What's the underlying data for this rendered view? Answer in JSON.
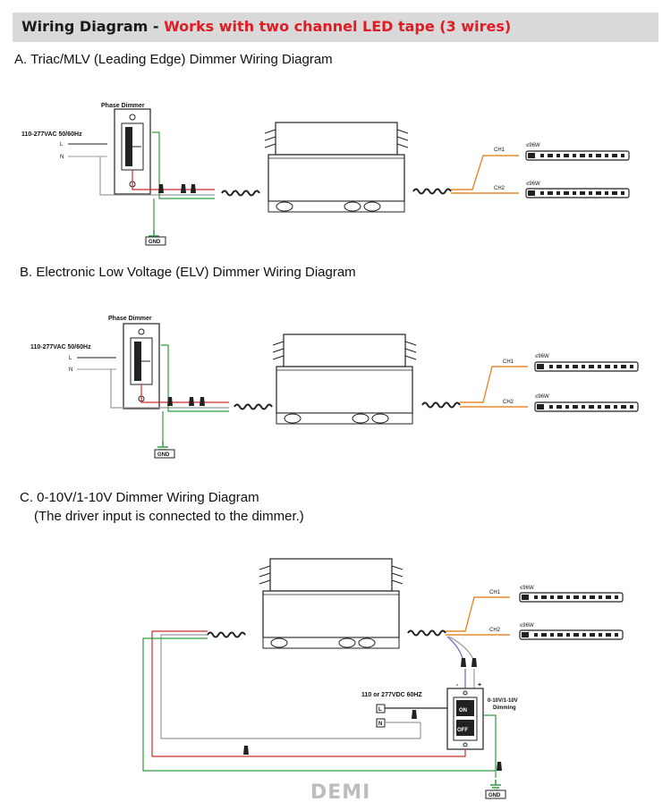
{
  "header": {
    "title": "Wiring Diagram - ",
    "subtitle": "Works with two channel LED tape (3 wires)"
  },
  "sections": {
    "a": {
      "heading": "A. Triac/MLV (Leading Edge) Dimmer Wiring Diagram",
      "dimmer_label": "Phase Dimmer",
      "input_label": "110-277VAC 50/60Hz",
      "line_label": "L",
      "neutral_label": "N",
      "ground_label": "GND",
      "ch1_label": "CH1",
      "ch2_label": "CH2",
      "power1": "≤96W",
      "power2": "≤96W"
    },
    "b": {
      "heading": "B. Electronic Low Voltage (ELV) Dimmer Wiring Diagram",
      "dimmer_label": "Phase Dimmer",
      "input_label": "110-277VAC 50/60Hz",
      "line_label": "L",
      "neutral_label": "N",
      "ground_label": "GND",
      "ch1_label": "CH1",
      "ch2_label": "CH2",
      "power1": "≤96W",
      "power2": "≤96W"
    },
    "c": {
      "heading_line1": "C. 0-10V/1-10V Dimmer Wiring Diagram",
      "heading_line2": "(The driver input is connected to the dimmer.)",
      "input_label": "110 or 277VDC 60HZ",
      "line_label": "L",
      "neutral_label": "N",
      "dimming_label_1": "0-10V/1-10V",
      "dimming_label_2": "Dimming",
      "on_label": "ON",
      "off_label": "OFF",
      "minus_label": "-",
      "plus_label": "+",
      "ground_label": "GND",
      "ch1_label": "CH1",
      "ch2_label": "CH2",
      "power1": "≤96W",
      "power2": "≤96W"
    }
  },
  "watermark": "DEMI",
  "colors": {
    "banner_bg": "#d9d9d9",
    "subtitle": "#e01b24",
    "live_wire": "#d12b2b",
    "neutral_wire": "#9a9a9a",
    "ground_wire": "#2e9e3e",
    "orange_wire": "#e58a2b",
    "purple_wire": "#7b5cc4"
  }
}
